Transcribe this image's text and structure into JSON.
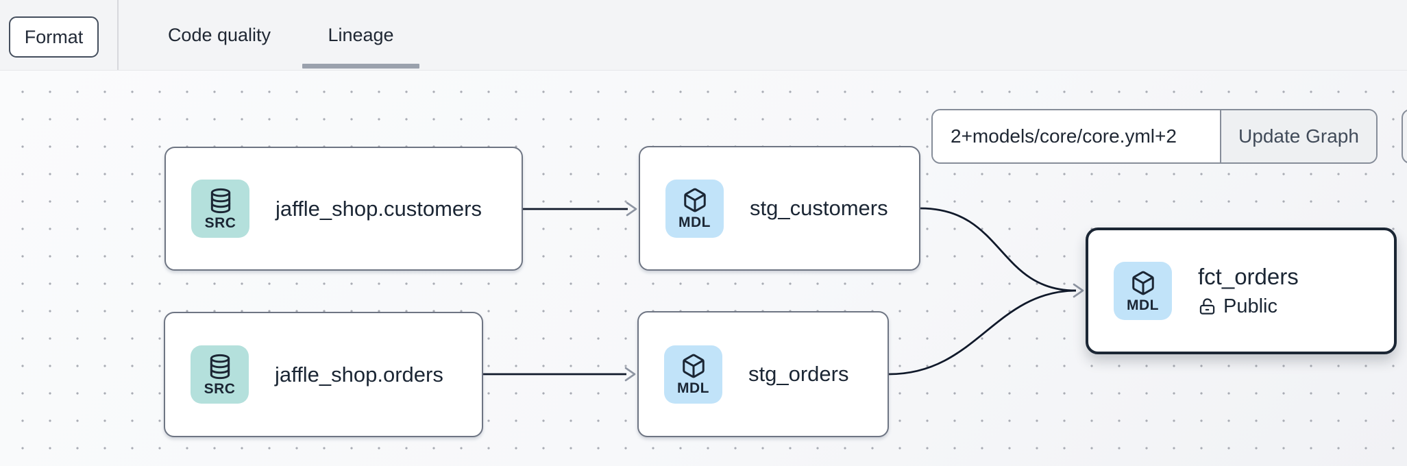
{
  "toolbar": {
    "format_button": "Format",
    "tabs": [
      {
        "label": "Code quality",
        "active": false
      },
      {
        "label": "Lineage",
        "active": true
      }
    ]
  },
  "lineage_controls": {
    "selector_input_value": "2+models/core/core.yml+2",
    "update_button": "Update Graph"
  },
  "graph": {
    "nodes": [
      {
        "badge": "SRC",
        "icon": "database-icon",
        "label": "jaffle_shop.customers",
        "selected": false
      },
      {
        "badge": "MDL",
        "icon": "cube-icon",
        "label": "stg_customers",
        "selected": false
      },
      {
        "badge": "SRC",
        "icon": "database-icon",
        "label": "jaffle_shop.orders",
        "selected": false
      },
      {
        "badge": "MDL",
        "icon": "cube-icon",
        "label": "stg_orders",
        "selected": false
      },
      {
        "badge": "MDL",
        "icon": "cube-icon",
        "label": "fct_orders",
        "access": "Public",
        "access_icon": "unlock-icon",
        "selected": true
      }
    ],
    "edges": [
      {
        "from": "jaffle_shop.customers",
        "to": "stg_customers"
      },
      {
        "from": "jaffle_shop.orders",
        "to": "stg_orders"
      },
      {
        "from": "stg_customers",
        "to": "fct_orders"
      },
      {
        "from": "stg_orders",
        "to": "fct_orders"
      }
    ]
  },
  "colors": {
    "src_badge_bg": "#b4e0dc",
    "mdl_badge_bg": "#c1e3f9",
    "node_border": "#6e7583",
    "selected_node_border": "#1b2634",
    "edge_line": "#10192a",
    "arrowhead": "#8e95a2",
    "tab_underline": "#9aa1ad",
    "topbar_bg": "#f3f4f6",
    "canvas_bg": "#f8f9fb"
  }
}
